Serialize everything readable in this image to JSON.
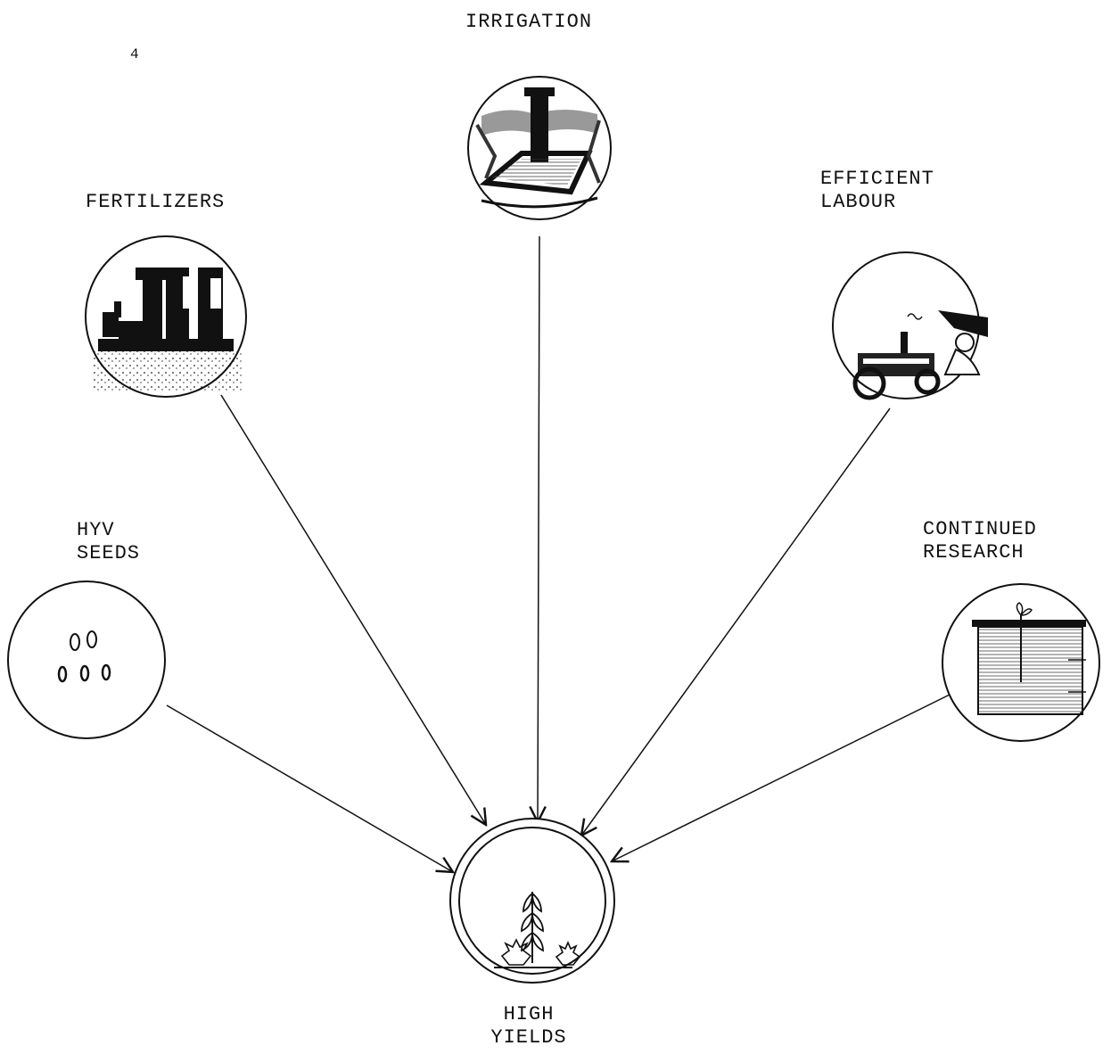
{
  "page_number": "4",
  "nodes": {
    "irrigation": {
      "label": "IRRIGATION"
    },
    "fertilizers": {
      "label": "FERTILIZERS"
    },
    "efficient_labour": {
      "line1": "EFFICIENT",
      "line2": "LABOUR"
    },
    "hyv_seeds": {
      "line1": "HYV",
      "line2": "SEEDS"
    },
    "continued_research": {
      "line1": "CONTINUED",
      "line2": "RESEARCH"
    },
    "high_yields": {
      "line1": "HIGH",
      "line2": "YIELDS"
    }
  },
  "edges": [
    {
      "from": "fertilizers",
      "to": "high_yields"
    },
    {
      "from": "irrigation",
      "to": "high_yields"
    },
    {
      "from": "efficient_labour",
      "to": "high_yields"
    },
    {
      "from": "hyv_seeds",
      "to": "high_yields"
    },
    {
      "from": "continued_research",
      "to": "high_yields"
    }
  ],
  "colors": {
    "ink": "#111111",
    "paper": "#ffffff"
  }
}
